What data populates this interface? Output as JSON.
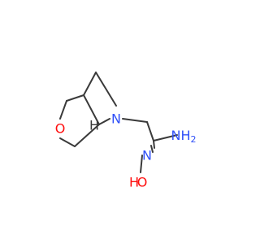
{
  "molecule": {
    "atoms": {
      "O_ring": {
        "symbol": "O",
        "color": "#ff0d0d"
      },
      "N_ring": {
        "symbol": "N",
        "color": "#3050f8"
      },
      "H_bridgehead": {
        "symbol": "H",
        "color": "#3a3a3a"
      },
      "NH2": {
        "symbol": "NH",
        "subscript": "2",
        "color": "#3050f8"
      },
      "N_oxime": {
        "symbol": "N",
        "color": "#3050f8"
      },
      "O_oxime": {
        "symbol": "O",
        "color": "#ff0d0d"
      },
      "H_oxime": {
        "symbol": "H",
        "color": "#ff0d0d"
      }
    },
    "bond_color": "#3a3a3a"
  }
}
